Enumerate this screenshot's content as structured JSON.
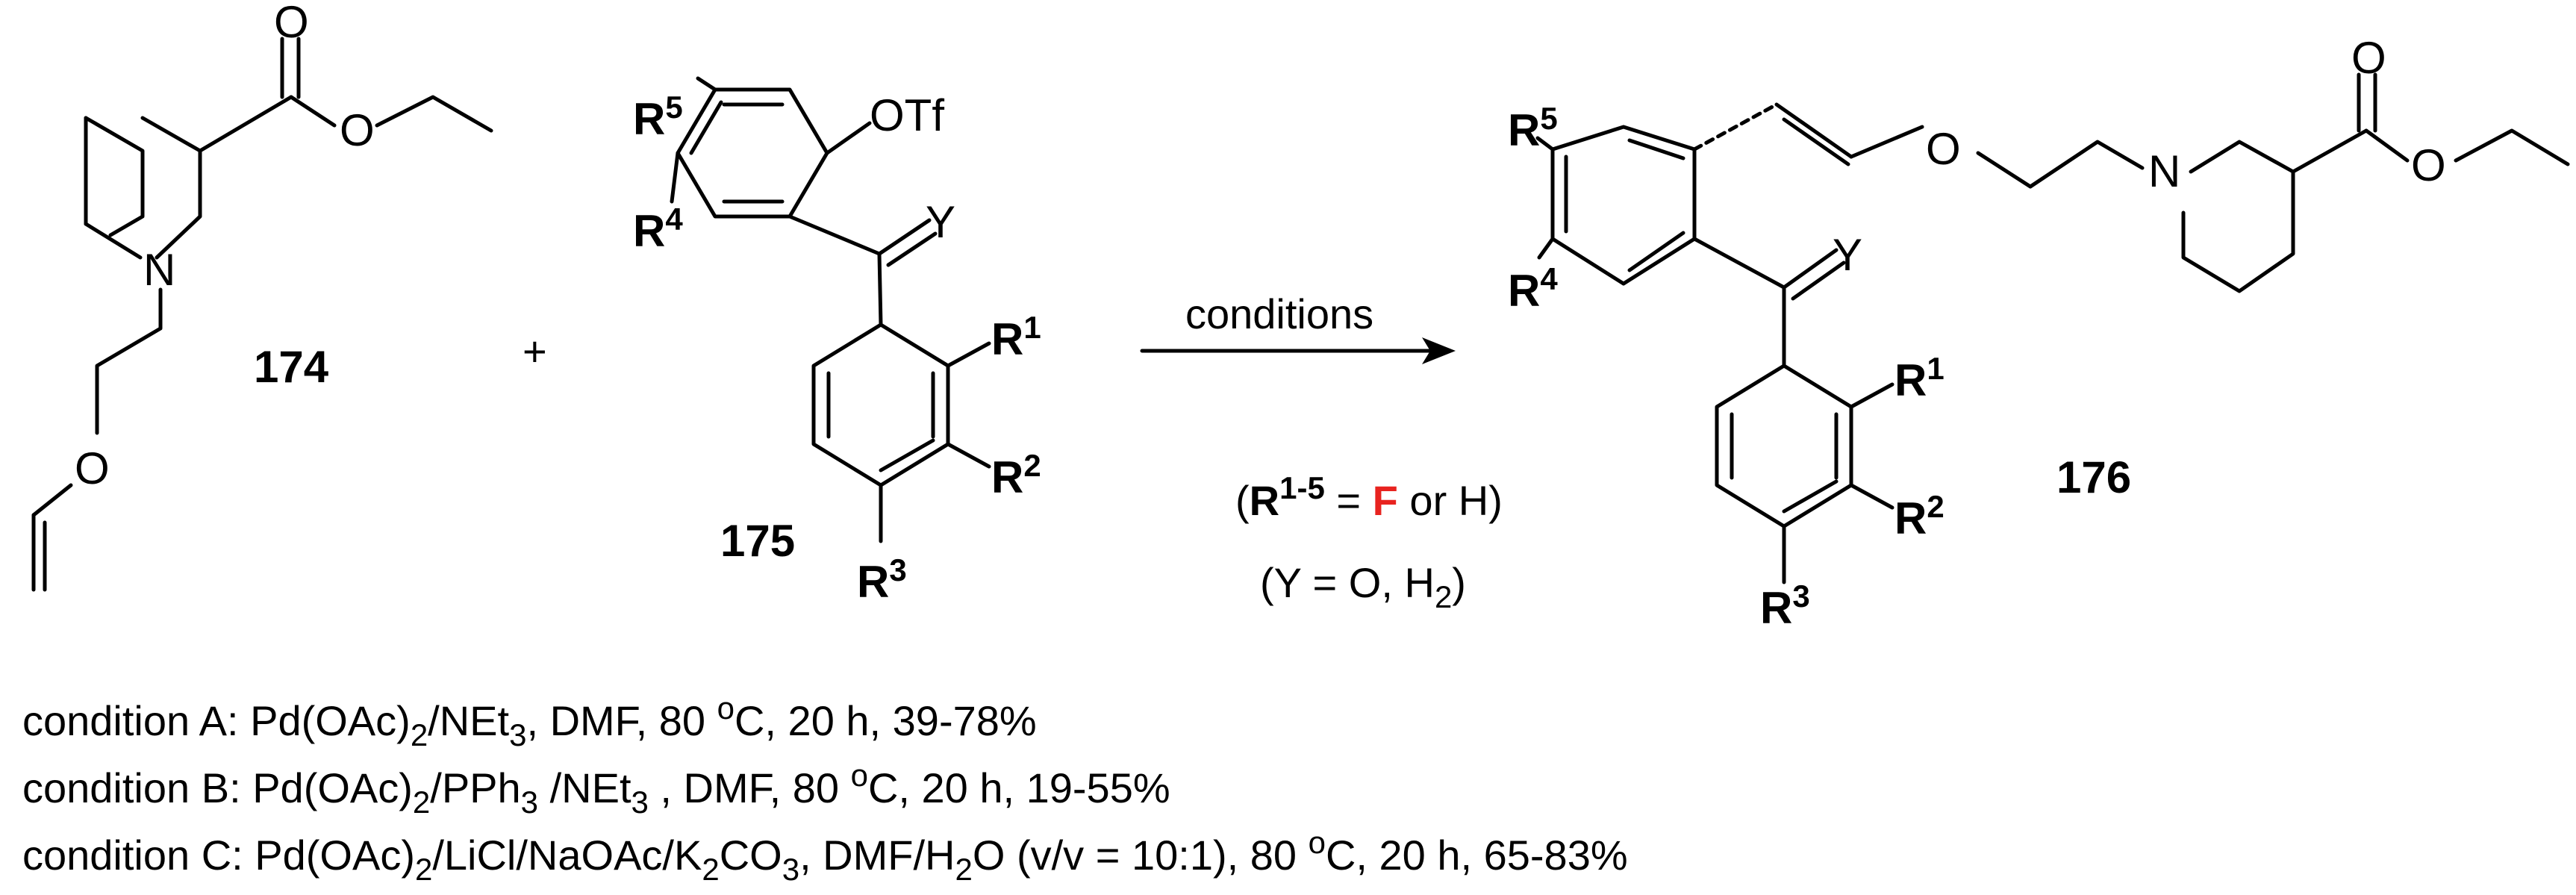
{
  "compounds": {
    "c174": {
      "label": "174"
    },
    "c175": {
      "label": "175"
    },
    "c176": {
      "label": "176"
    }
  },
  "atoms": {
    "O": "O",
    "N": "N",
    "Y": "Y",
    "OTf": "OTf",
    "R": "R",
    "r1": "1",
    "r2": "2",
    "r3": "3",
    "r4": "4",
    "r5": "5"
  },
  "reaction": {
    "plus": "+",
    "arrow_label": "conditions",
    "note_r": {
      "open": "(",
      "R": "R",
      "range": "1-5",
      "eq": " = ",
      "F": "F",
      "rest": " or H)"
    },
    "note_y": {
      "pre": "(Y = O, H",
      "sub": "2",
      "post": ")"
    },
    "highlight_color": "#e8231f"
  },
  "conditions": {
    "A": {
      "pre": "condition A: Pd(OAc)",
      "s1": "2",
      "mid1": "/NEt",
      "s2": "3",
      "post": ", DMF,  80 ",
      "deg": "o",
      "tail": "C, 20 h, 39-78%"
    },
    "B": {
      "pre": "condition B: Pd(OAc)",
      "s1": "2",
      "mid1": "/PPh",
      "s2": "3",
      "mid2": " /NEt",
      "s3": "3",
      "post": " , DMF,  80 ",
      "deg": "o",
      "tail": "C, 20 h, 19-55%"
    },
    "C": {
      "pre": "condition C: Pd(OAc)",
      "s1": "2",
      "mid1": "/LiCl/NaOAc/K",
      "s2": "2",
      "mid2": "CO",
      "s3": "3",
      "mid3": ", DMF/H",
      "s4": "2",
      "post": "O (v/v = 10:1), 80 ",
      "deg": "o",
      "tail": "C, 20 h, 65-83%"
    }
  }
}
